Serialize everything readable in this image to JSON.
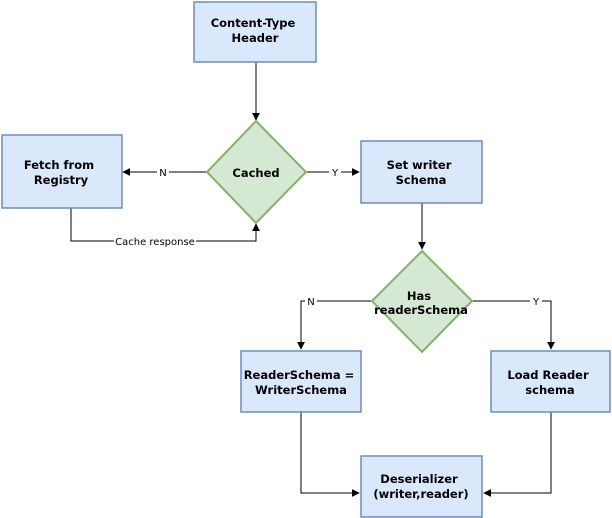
{
  "nodes": {
    "content_type_header": {
      "lines": [
        "Content-Type",
        "Header"
      ]
    },
    "cached": {
      "lines": [
        "Cached"
      ]
    },
    "fetch_registry": {
      "lines": [
        "Fetch from",
        "Registry"
      ]
    },
    "set_writer_schema": {
      "lines": [
        "Set writer",
        "Schema"
      ]
    },
    "has_reader_schema": {
      "lines": [
        "Has",
        "readerSchema"
      ]
    },
    "reader_equals_writer": {
      "lines": [
        "ReaderSchema =",
        "WriterSchema"
      ]
    },
    "load_reader_schema": {
      "lines": [
        "Load Reader",
        "schema"
      ]
    },
    "deserializer": {
      "lines": [
        "Deserializer",
        "(writer,reader)"
      ]
    }
  },
  "edges": {
    "cached_no": "N",
    "cached_yes": "Y",
    "cache_response": "Cache response",
    "has_reader_no": "N",
    "has_reader_yes": "Y"
  },
  "colors": {
    "process_fill": "#dae8fc",
    "process_stroke": "#6c8ebf",
    "decision_fill": "#d5e8d4",
    "decision_stroke": "#82b366"
  }
}
